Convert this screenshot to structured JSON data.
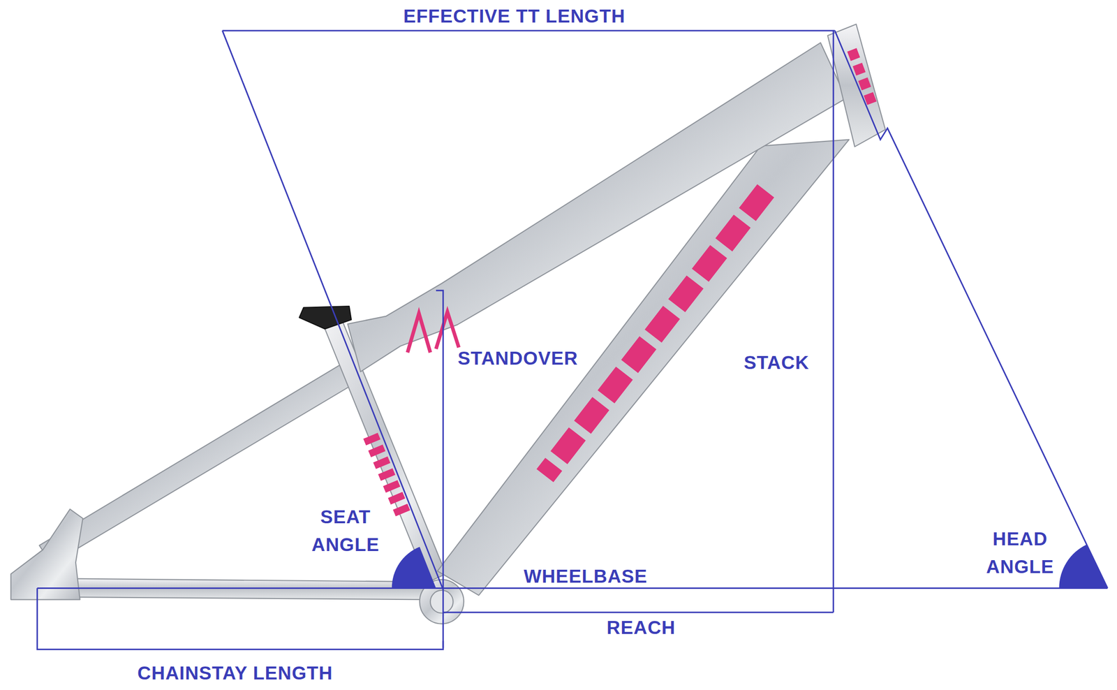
{
  "diagram": {
    "labels": [
      "EFFECTIVE TT LENGTH",
      "STANDOVER",
      "STACK",
      "SEAT ANGLE",
      "HEAD ANGLE",
      "WHEELBASE",
      "REACH",
      "CHAINSTAY LENGTH"
    ]
  }
}
